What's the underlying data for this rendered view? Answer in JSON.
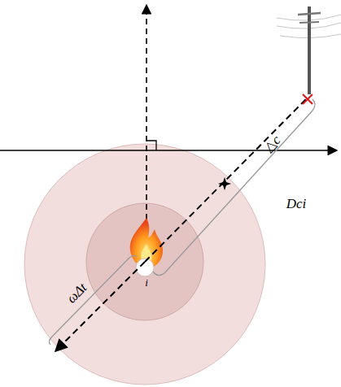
{
  "diagram": {
    "labels": [
      "△c",
      "Dci",
      "ωΔt",
      "i"
    ]
  }
}
